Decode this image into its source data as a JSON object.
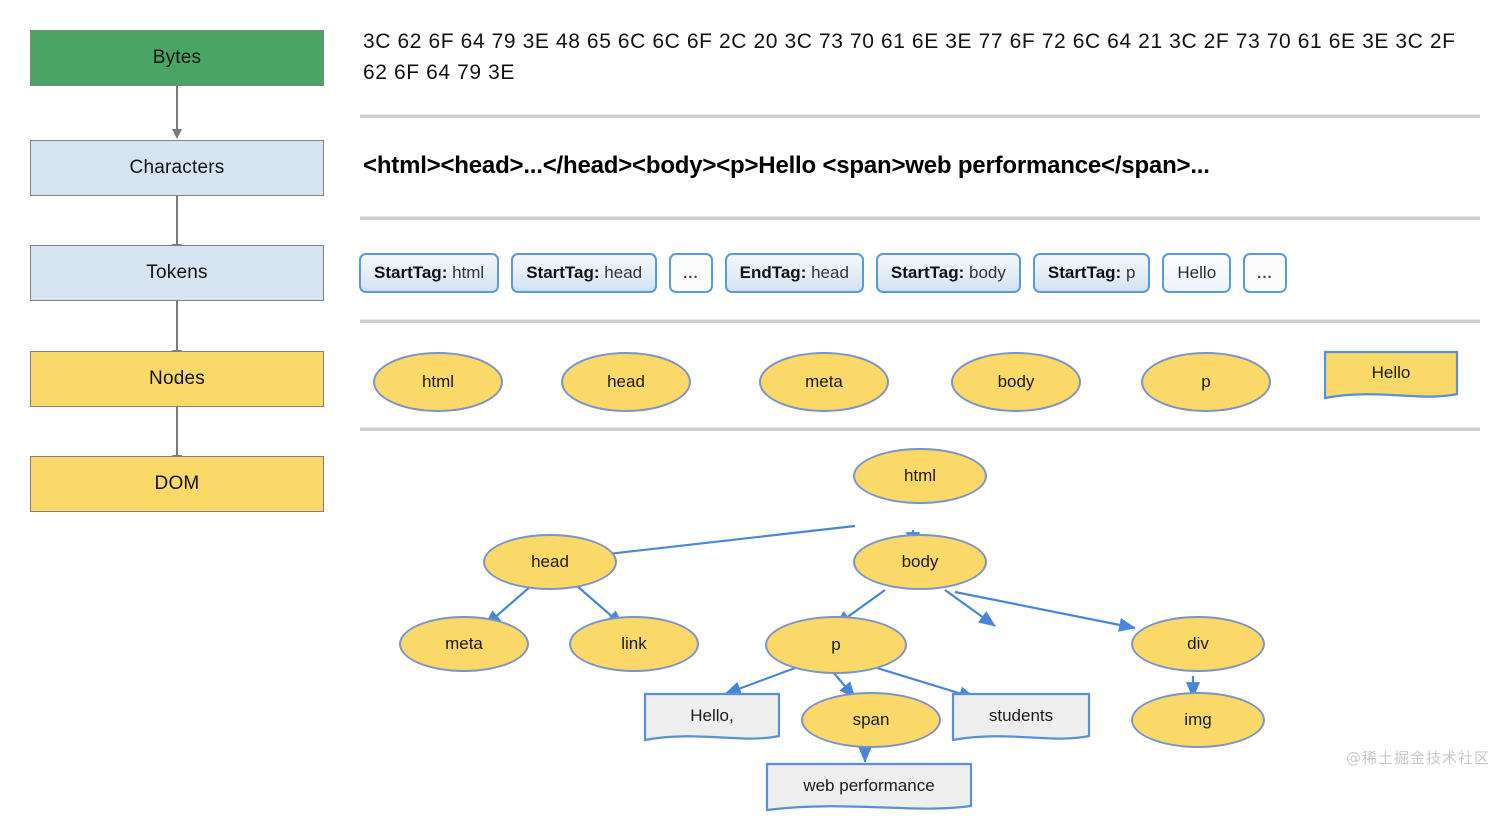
{
  "pipeline": {
    "stages": [
      {
        "label": "Bytes",
        "color": "#4aa564"
      },
      {
        "label": "Characters",
        "color": "#d6e4f2"
      },
      {
        "label": "Tokens",
        "color": "#d6e4f2"
      },
      {
        "label": "Nodes",
        "color": "#fbd969"
      },
      {
        "label": "DOM",
        "color": "#fbd969"
      }
    ]
  },
  "bytes": {
    "text": "3C 62 6F 64 79 3E 48 65 6C 6C 6F 2C 20 3C 73 70 61 6E 3E 77 6F 72 6C 64 21 3C 2F 73 70 61 6E 3E 3C 2F 62 6F 64 79 3E"
  },
  "characters": {
    "text": "<html><head>...</head><body><p>Hello <span>web performance</span>..."
  },
  "tokens": {
    "items": [
      {
        "key": "StartTag:",
        "value": "html",
        "kind": "pair"
      },
      {
        "key": "StartTag:",
        "value": "head",
        "kind": "pair"
      },
      {
        "key": "",
        "value": "...",
        "kind": "ellipsis"
      },
      {
        "key": "EndTag:",
        "value": "head",
        "kind": "pair"
      },
      {
        "key": "StartTag:",
        "value": "body",
        "kind": "pair"
      },
      {
        "key": "StartTag:",
        "value": "p",
        "kind": "pair"
      },
      {
        "key": "",
        "value": "Hello",
        "kind": "plain"
      },
      {
        "key": "",
        "value": "...",
        "kind": "ellipsis"
      }
    ]
  },
  "node_row": {
    "nodes": [
      {
        "label": "html",
        "shape": "ellipse"
      },
      {
        "label": "head",
        "shape": "ellipse"
      },
      {
        "label": "meta",
        "shape": "ellipse"
      },
      {
        "label": "body",
        "shape": "ellipse"
      },
      {
        "label": "p",
        "shape": "ellipse"
      },
      {
        "label": "Hello",
        "shape": "document"
      }
    ]
  },
  "dom_tree": {
    "nodes": [
      {
        "id": "html",
        "label": "html",
        "shape": "ellipse"
      },
      {
        "id": "head",
        "label": "head",
        "shape": "ellipse"
      },
      {
        "id": "body",
        "label": "body",
        "shape": "ellipse"
      },
      {
        "id": "meta",
        "label": "meta",
        "shape": "ellipse"
      },
      {
        "id": "link",
        "label": "link",
        "shape": "ellipse"
      },
      {
        "id": "p",
        "label": "p",
        "shape": "ellipse"
      },
      {
        "id": "div",
        "label": "div",
        "shape": "ellipse"
      },
      {
        "id": "hello",
        "label": "Hello,",
        "shape": "document"
      },
      {
        "id": "span",
        "label": "span",
        "shape": "ellipse"
      },
      {
        "id": "students",
        "label": "students",
        "shape": "document"
      },
      {
        "id": "img",
        "label": "img",
        "shape": "ellipse"
      },
      {
        "id": "webperf",
        "label": "web performance",
        "shape": "document"
      }
    ],
    "edges": [
      {
        "from": "html",
        "to": "head"
      },
      {
        "from": "html",
        "to": "body"
      },
      {
        "from": "head",
        "to": "meta"
      },
      {
        "from": "head",
        "to": "link"
      },
      {
        "from": "body",
        "to": "p"
      },
      {
        "from": "body",
        "to": "div"
      },
      {
        "from": "p",
        "to": "hello"
      },
      {
        "from": "p",
        "to": "span"
      },
      {
        "from": "p",
        "to": "students"
      },
      {
        "from": "div",
        "to": "img"
      },
      {
        "from": "span",
        "to": "webperf"
      }
    ]
  },
  "watermark": {
    "text": "@稀土掘金技术社区"
  },
  "colors": {
    "green": "#4aa564",
    "light_blue": "#d6e4f2",
    "yellow": "#fbd969",
    "edge_blue": "#4a86d8",
    "node_border": "#7a93c9",
    "box_border": "#808080",
    "divider": "#cfcfcf"
  }
}
